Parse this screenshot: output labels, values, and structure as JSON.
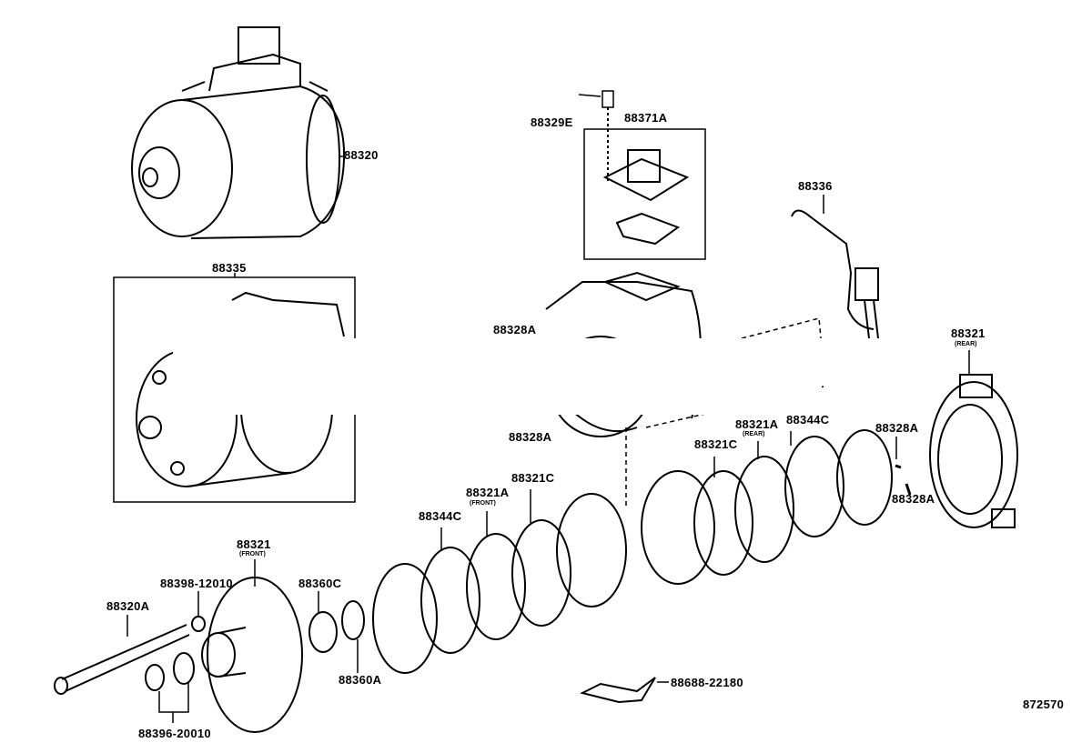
{
  "diagram_number": "872570",
  "labels": {
    "compressor": "88320",
    "cylinder_assy": "88335",
    "screw": "88329E",
    "valve": "88371A",
    "switch": "88336",
    "housing_rear": "88321",
    "housing_rear_note": "(REAR)",
    "pin_top_hidden": "88328A",
    "pin_center": "88328A",
    "plate_rear": "88321A",
    "plate_rear_note": "(REAR)",
    "reed_rear": "88344C",
    "pin_right_1": "88328A",
    "pin_right_2": "88328A",
    "gasket_rear": "88321C",
    "plate_front": "88321A",
    "plate_front_note": "(FRONT)",
    "gasket_front": "88321C",
    "reed_front": "88344C",
    "housing_front": "88321",
    "housing_front_note": "(FRONT)",
    "washer": "88398-12010",
    "seal": "88360C",
    "bolt": "88320A",
    "snap_ring": "88360A",
    "bracket": "88688-22180",
    "seal_kit": "88396-20010"
  }
}
